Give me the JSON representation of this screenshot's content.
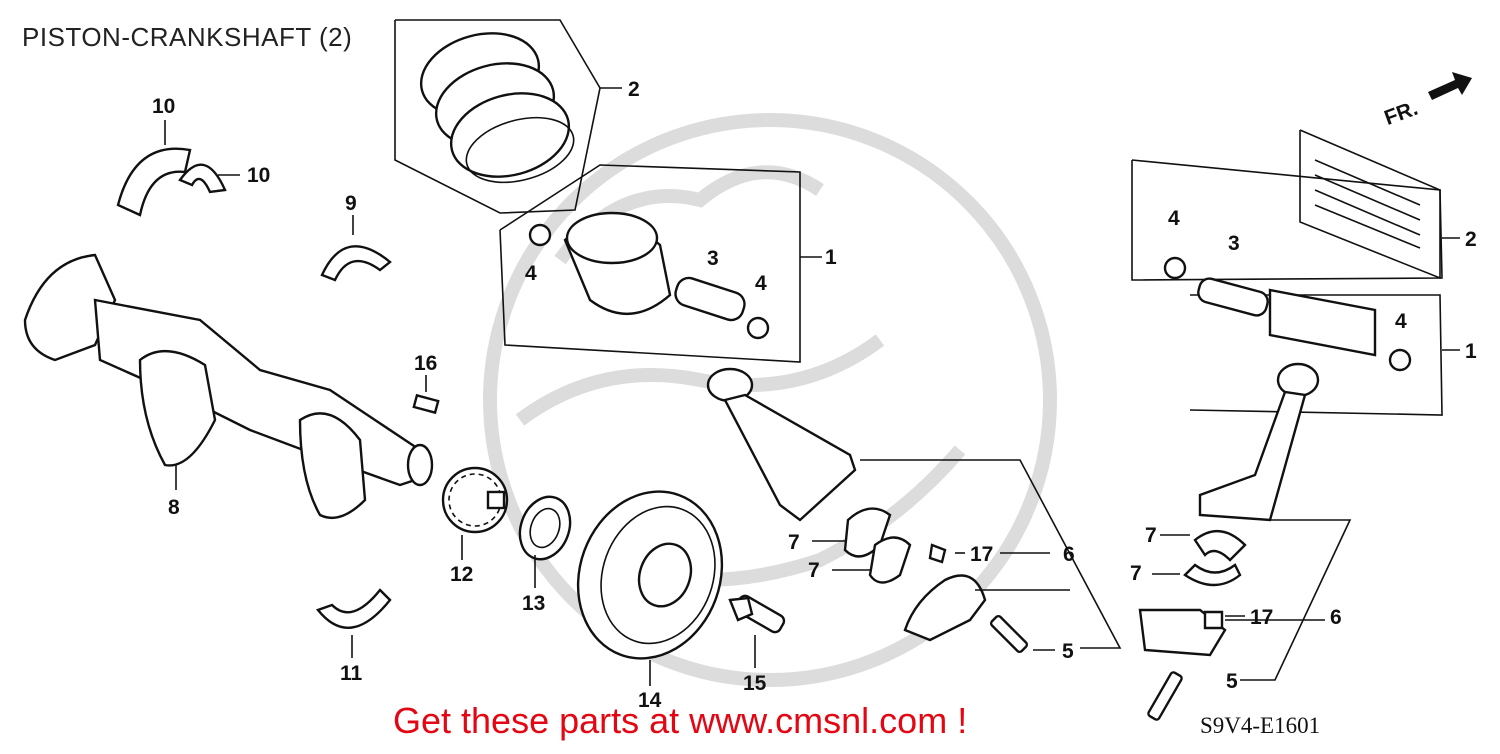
{
  "title": "PISTON-CRANKSHAFT (2)",
  "promo_text": "Get these parts at www.cmsnl.com !",
  "diagram_code": "S9V4-E1601",
  "front_indicator": "FR.",
  "colors": {
    "promo": "#e30613",
    "lines": "#111111",
    "watermark": "#dcdcdc"
  },
  "callouts": {
    "c1a": "1",
    "c1b": "1",
    "c2a": "2",
    "c2b": "2",
    "c3a": "3",
    "c3b": "3",
    "c4a": "4",
    "c4b": "4",
    "c4c": "4",
    "c4d": "4",
    "c5a": "5",
    "c5b": "5",
    "c6a": "6",
    "c6b": "6",
    "c7a": "7",
    "c7b": "7",
    "c7c": "7",
    "c7d": "7",
    "c8": "8",
    "c9": "9",
    "c10a": "10",
    "c10b": "10",
    "c11": "11",
    "c12": "12",
    "c13": "13",
    "c14": "14",
    "c15": "15",
    "c16": "16",
    "c17a": "17",
    "c17b": "17"
  }
}
